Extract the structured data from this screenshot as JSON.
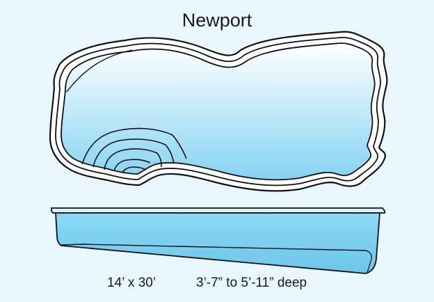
{
  "title": "Newport",
  "dimensions": "14’ x 30’",
  "depth": "3’-7” to 5’-11” deep",
  "colors": {
    "background": "#e8f6fd",
    "water_top": "#ffffff",
    "water_bottom": "#85d3f2",
    "outline": "#111111",
    "side_fill": "#7fd3f4"
  }
}
